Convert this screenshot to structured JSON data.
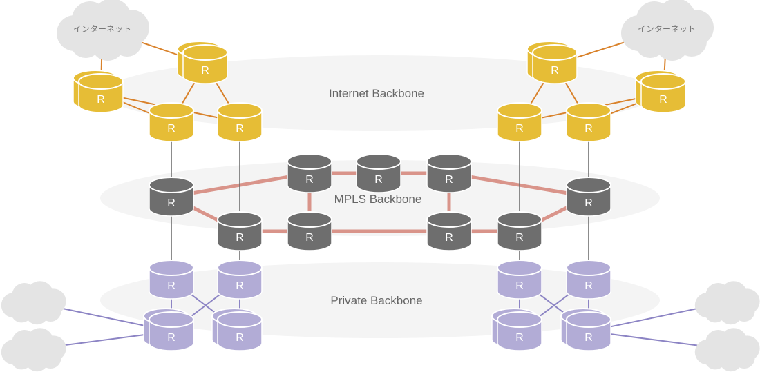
{
  "layers": [
    {
      "id": "internet",
      "label": "Internet Backbone"
    },
    {
      "id": "mpls",
      "label": "MPLS Backbone"
    },
    {
      "id": "private",
      "label": "Private Backbone"
    }
  ],
  "colors": {
    "internet_router": "#e6bd36",
    "internet_link": "#d9822b",
    "mpls_router": "#6e6e6e",
    "mpls_link": "#d9948a",
    "private_router": "#b2acd6",
    "private_link": "#8c84c4",
    "vertical_link": "#666666",
    "cloud": "#e4e4e4",
    "layer_ellipse": "#f4f4f4"
  },
  "router_label": "R",
  "clouds": [
    {
      "id": "cloud-internet-left",
      "label": "インターネット"
    },
    {
      "id": "cloud-internet-right",
      "label": "インターネット"
    },
    {
      "id": "cloud-private-left-1",
      "label": ""
    },
    {
      "id": "cloud-private-left-2",
      "label": ""
    },
    {
      "id": "cloud-private-right-1",
      "label": ""
    },
    {
      "id": "cloud-private-right-2",
      "label": ""
    }
  ],
  "routers": [
    {
      "id": "inet-l-top",
      "layer": "internet",
      "double": true
    },
    {
      "id": "inet-l-left",
      "layer": "internet",
      "double": true
    },
    {
      "id": "inet-l-edge1",
      "layer": "internet",
      "double": false
    },
    {
      "id": "inet-l-edge2",
      "layer": "internet",
      "double": false
    },
    {
      "id": "inet-r-top",
      "layer": "internet",
      "double": true
    },
    {
      "id": "inet-r-right",
      "layer": "internet",
      "double": true
    },
    {
      "id": "inet-r-edge1",
      "layer": "internet",
      "double": false
    },
    {
      "id": "inet-r-edge2",
      "layer": "internet",
      "double": false
    },
    {
      "id": "mpls-l1",
      "layer": "mpls",
      "double": false
    },
    {
      "id": "mpls-l2",
      "layer": "mpls",
      "double": false
    },
    {
      "id": "mpls-t1",
      "layer": "mpls",
      "double": false
    },
    {
      "id": "mpls-t2",
      "layer": "mpls",
      "double": false
    },
    {
      "id": "mpls-t3",
      "layer": "mpls",
      "double": false
    },
    {
      "id": "mpls-b1",
      "layer": "mpls",
      "double": false
    },
    {
      "id": "mpls-b2",
      "layer": "mpls",
      "double": false
    },
    {
      "id": "mpls-r2",
      "layer": "mpls",
      "double": false
    },
    {
      "id": "mpls-r1",
      "layer": "mpls",
      "double": false
    },
    {
      "id": "priv-l-top1",
      "layer": "private",
      "double": false
    },
    {
      "id": "priv-l-top2",
      "layer": "private",
      "double": false
    },
    {
      "id": "priv-l-bot1",
      "layer": "private",
      "double": true
    },
    {
      "id": "priv-l-bot2",
      "layer": "private",
      "double": true
    },
    {
      "id": "priv-r-top1",
      "layer": "private",
      "double": false
    },
    {
      "id": "priv-r-top2",
      "layer": "private",
      "double": false
    },
    {
      "id": "priv-r-bot1",
      "layer": "private",
      "double": true
    },
    {
      "id": "priv-r-bot2",
      "layer": "private",
      "double": true
    }
  ],
  "links": [
    {
      "from": "cloud-internet-left",
      "to": "inet-l-top",
      "type": "internet"
    },
    {
      "from": "cloud-internet-left",
      "to": "inet-l-left",
      "type": "internet"
    },
    {
      "from": "inet-l-top",
      "to": "inet-l-edge1",
      "type": "internet"
    },
    {
      "from": "inet-l-top",
      "to": "inet-l-edge2",
      "type": "internet"
    },
    {
      "from": "inet-l-left",
      "to": "inet-l-edge1",
      "type": "internet"
    },
    {
      "from": "inet-l-left",
      "to": "inet-l-edge2",
      "type": "internet"
    },
    {
      "from": "cloud-internet-right",
      "to": "inet-r-top",
      "type": "internet"
    },
    {
      "from": "cloud-internet-right",
      "to": "inet-r-right",
      "type": "internet"
    },
    {
      "from": "inet-r-top",
      "to": "inet-r-edge1",
      "type": "internet"
    },
    {
      "from": "inet-r-top",
      "to": "inet-r-edge2",
      "type": "internet"
    },
    {
      "from": "inet-r-right",
      "to": "inet-r-edge1",
      "type": "internet"
    },
    {
      "from": "inet-r-right",
      "to": "inet-r-edge2",
      "type": "internet"
    },
    {
      "from": "mpls-l1",
      "to": "mpls-t1",
      "type": "mpls"
    },
    {
      "from": "mpls-l1",
      "to": "mpls-l2",
      "type": "mpls"
    },
    {
      "from": "mpls-t1",
      "to": "mpls-t2",
      "type": "mpls"
    },
    {
      "from": "mpls-t2",
      "to": "mpls-t3",
      "type": "mpls"
    },
    {
      "from": "mpls-t1",
      "to": "mpls-b1",
      "type": "mpls"
    },
    {
      "from": "mpls-t3",
      "to": "mpls-b2",
      "type": "mpls"
    },
    {
      "from": "mpls-l2",
      "to": "mpls-b1",
      "type": "mpls"
    },
    {
      "from": "mpls-b1",
      "to": "mpls-b2",
      "type": "mpls"
    },
    {
      "from": "mpls-b2",
      "to": "mpls-r2",
      "type": "mpls"
    },
    {
      "from": "mpls-t3",
      "to": "mpls-r1",
      "type": "mpls"
    },
    {
      "from": "mpls-r2",
      "to": "mpls-r1",
      "type": "mpls"
    },
    {
      "from": "inet-l-edge1",
      "to": "mpls-l1",
      "type": "vertical"
    },
    {
      "from": "inet-l-edge2",
      "to": "mpls-l2",
      "type": "vertical"
    },
    {
      "from": "inet-r-edge1",
      "to": "mpls-r2",
      "type": "vertical"
    },
    {
      "from": "inet-r-edge2",
      "to": "mpls-r1",
      "type": "vertical"
    },
    {
      "from": "mpls-l1",
      "to": "priv-l-top1",
      "type": "vertical"
    },
    {
      "from": "mpls-l2",
      "to": "priv-l-top2",
      "type": "vertical"
    },
    {
      "from": "mpls-r2",
      "to": "priv-r-top1",
      "type": "vertical"
    },
    {
      "from": "mpls-r1",
      "to": "priv-r-top2",
      "type": "vertical"
    },
    {
      "from": "priv-l-top1",
      "to": "priv-l-bot1",
      "type": "private"
    },
    {
      "from": "priv-l-top2",
      "to": "priv-l-bot2",
      "type": "private"
    },
    {
      "from": "priv-l-top1",
      "to": "priv-l-bot2",
      "type": "private"
    },
    {
      "from": "priv-l-top2",
      "to": "priv-l-bot1",
      "type": "private"
    },
    {
      "from": "priv-r-top1",
      "to": "priv-r-bot1",
      "type": "private"
    },
    {
      "from": "priv-r-top2",
      "to": "priv-r-bot2",
      "type": "private"
    },
    {
      "from": "priv-r-top1",
      "to": "priv-r-bot2",
      "type": "private"
    },
    {
      "from": "priv-r-top2",
      "to": "priv-r-bot1",
      "type": "private"
    },
    {
      "from": "cloud-private-left-1",
      "to": "priv-l-bot1",
      "type": "private"
    },
    {
      "from": "cloud-private-left-2",
      "to": "priv-l-bot1",
      "type": "private"
    },
    {
      "from": "cloud-private-right-1",
      "to": "priv-r-bot2",
      "type": "private"
    },
    {
      "from": "cloud-private-right-2",
      "to": "priv-r-bot2",
      "type": "private"
    }
  ]
}
